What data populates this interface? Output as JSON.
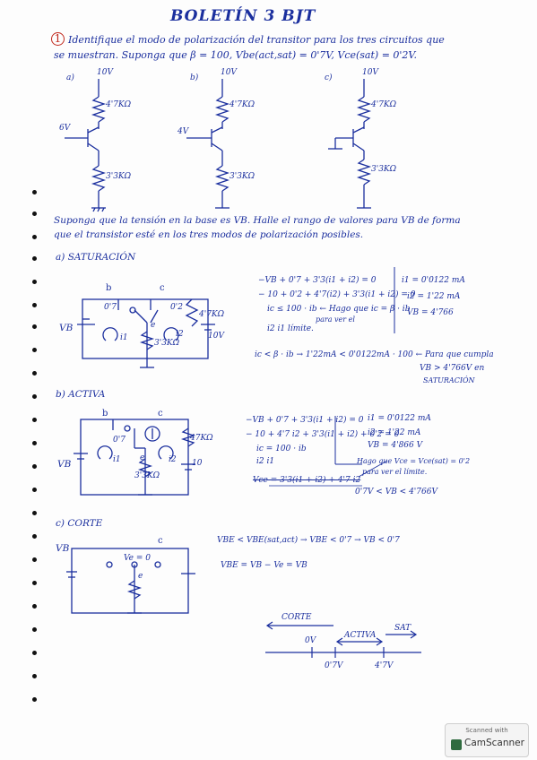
{
  "title": "BOLETÍN 3 BJT",
  "exercise": {
    "number": "1",
    "statement_line1": "Identifique el modo de polarización del transitor para los tres circuitos que",
    "statement_line2": "se muestran. Suponga que β = 100, Vbe(act,sat) = 0'7V, Vce(sat) = 0'2V."
  },
  "circuits": {
    "a": {
      "label": "a)",
      "vcc": "10V",
      "rc": "4'7KΩ",
      "vb": "6V",
      "re": "3'3KΩ"
    },
    "b": {
      "label": "b)",
      "vcc": "10V",
      "rc": "4'7KΩ",
      "vb": "4V",
      "re": "3'3KΩ"
    },
    "c": {
      "label": "c)",
      "vcc": "10V",
      "rc": "4'7KΩ",
      "re": "3'3KΩ"
    }
  },
  "question2": {
    "line1": "Suponga que la tensión en la base es VB. Halle el rango de valores para VB de forma",
    "line2": "que el transistor esté en los tres modos de polarización posibles."
  },
  "saturation": {
    "heading": "a) SATURACIÓN",
    "circuit": {
      "b": "b",
      "c": "c",
      "e": "e",
      "vbe": "0'7",
      "vce": "0'2",
      "rc": "4'7KΩ",
      "re": "3'3KΩ",
      "vcc": "10V",
      "vb": "VB",
      "i1": "i1",
      "i2": "i2"
    },
    "eq1": "−VB + 0'7 + 3'3(i1 + i2) = 0",
    "eq2": "− 10 + 0'2 + 4'7(i2) + 3'3(i1 + i2) = 0",
    "eq3": "ic ≤ 100 · ib ← Hago que ic = β · ib",
    "eq3b": "para ver el",
    "eq4": "i2       i1    límite.",
    "res1": "i1 = 0'0122 mA",
    "res2": "i2 = 1'22 mA",
    "res3": "VB = 4'766",
    "cond": "ic < β · ib → 1'22mA < 0'0122mA · 100 ← Para que cumpla",
    "cond2": "VB > 4'766V en",
    "cond3": "SATURACIÓN"
  },
  "active": {
    "heading": "b) ACTIVA",
    "circuit": {
      "b": "b",
      "c": "c",
      "e": "e",
      "vbe": "0'7",
      "rc": "47KΩ",
      "re": "3'3KΩ",
      "vcc": "10",
      "vb": "VB",
      "i1": "i1",
      "i2": "i2"
    },
    "eq1": "−VB + 0'7 + 3'3(i1 + i2) = 0",
    "eq2": "− 10 + 4'7 i2 + 3'3(i1 + i2) + 0'2 = 0",
    "eq3": "ic = 100 · ib",
    "eq4": "i2       i1",
    "eq5": "Vce = 3'3(i1 + i2) + 4'7 i2",
    "res1": "i1 = 0'0122 mA",
    "res2": "i2 = 1'22 mA",
    "res3": "VB = 4'866 V",
    "note1": "Hago que Vce = Vce(sat) = 0'2",
    "note2": "para ver el límite.",
    "range": "0'7V < VB < 4'766V"
  },
  "cutoff": {
    "heading": "c) CORTE",
    "circuit": {
      "vb": "VB",
      "c": "c",
      "e": "e",
      "ve": "Ve = 0"
    },
    "eq1": "VBE < VBE(sat,act) → VBE < 0'7 → VB < 0'7",
    "eq2": "VBE = VB − Ve = VB"
  },
  "numberline": {
    "corte": "CORTE",
    "ov": "0V",
    "activa": "ACTIVA",
    "sat": "SAT",
    "tick1": "0'7V",
    "tick2": "4'7V"
  },
  "watermark": {
    "top": "Scanned with",
    "name": "CamScanner"
  }
}
